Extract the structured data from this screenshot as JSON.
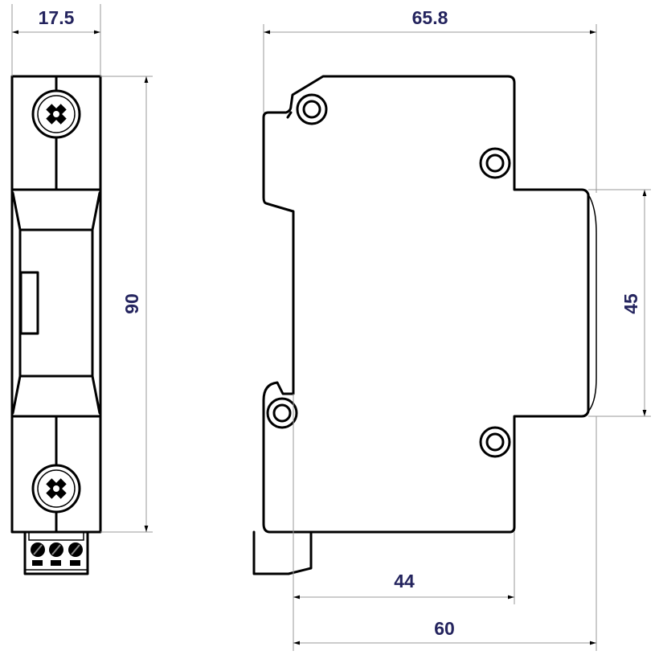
{
  "dimensions": {
    "front_width": "17.5",
    "height": "90",
    "side_depth": "65.8",
    "rail_height": "45",
    "depth_body": "44",
    "depth_total": "60"
  },
  "colors": {
    "dimension_text": "#24245e",
    "outline": "#000000"
  }
}
